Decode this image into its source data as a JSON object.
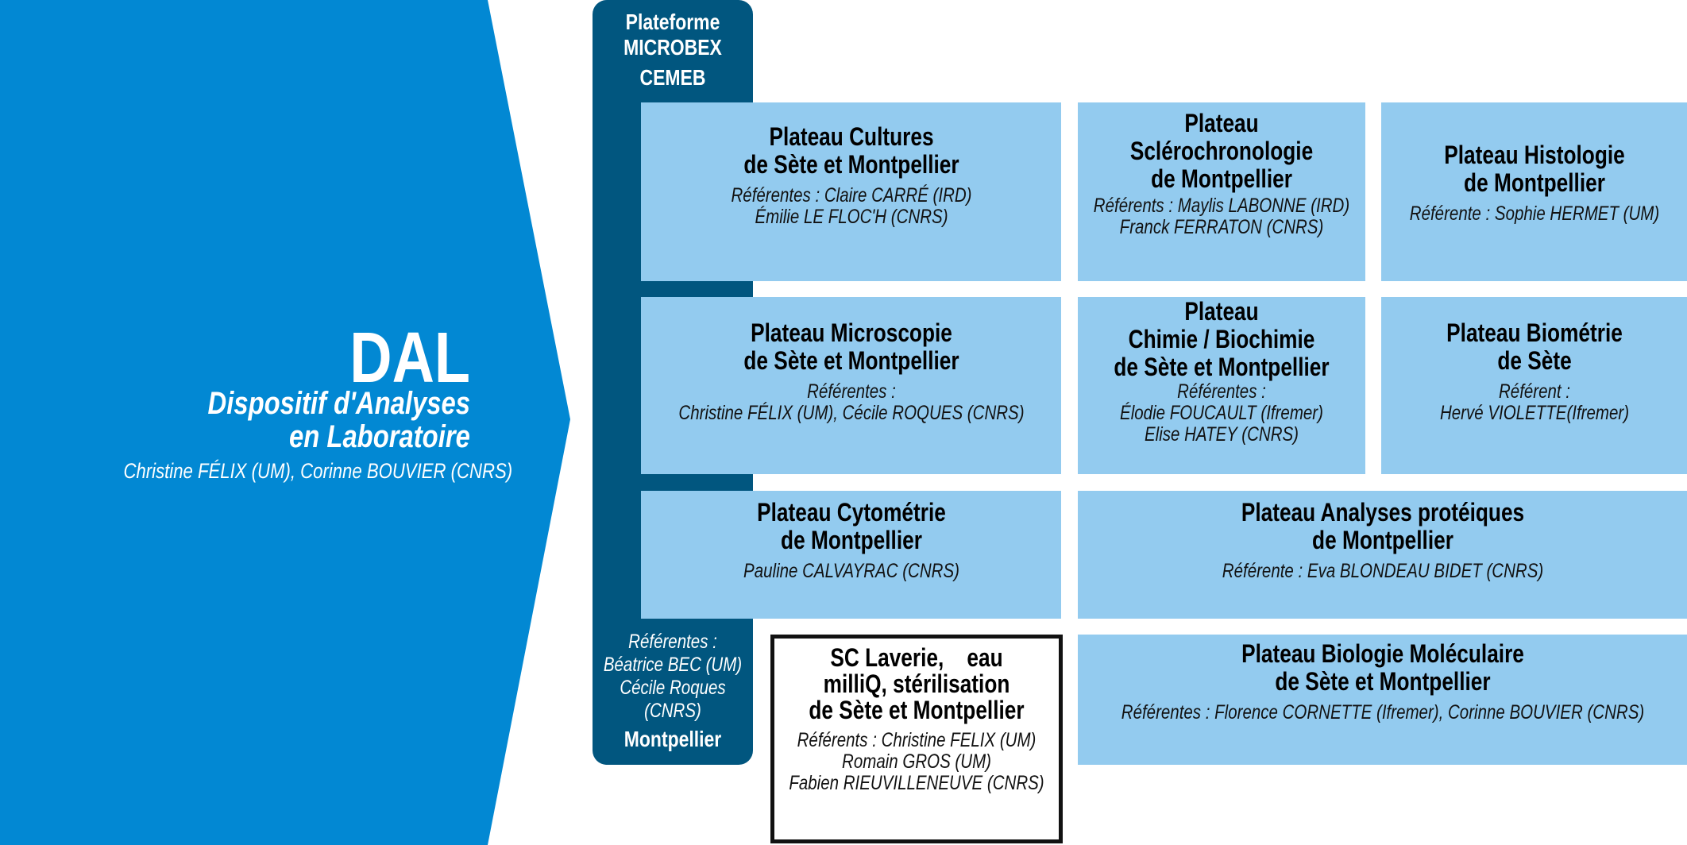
{
  "colors": {
    "dal": "#0288d3",
    "platform": "#01567f",
    "plateau": "#93cbef",
    "service_border": "#111111"
  },
  "dal": {
    "acronym": "DAL",
    "name_lines": [
      "Dispositif d'Analyses",
      "en Laboratoire"
    ],
    "leads": "Christine FÉLIX (UM), Corinne BOUVIER (CNRS)"
  },
  "platform": {
    "title_lines": [
      "Plateforme",
      "MICROBEX",
      "CEMEB"
    ],
    "ref_lines": [
      "Référentes :",
      "Béatrice BEC (UM)",
      "Cécile Roques",
      "(CNRS)"
    ],
    "site": "Montpellier"
  },
  "plateaux": [
    {
      "title_lines": [
        "Plateau Cultures",
        "de Sète et Montpellier"
      ],
      "ref_lines": [
        "Référentes : Claire CARRÉ (IRD)",
        "Émilie LE FLOC'H (CNRS)"
      ]
    },
    {
      "title_lines": [
        "Plateau",
        "Sclérochronologie",
        "de Montpellier"
      ],
      "ref_lines": [
        "Référents : Maylis LABONNE (IRD)",
        "Franck FERRATON (CNRS)"
      ]
    },
    {
      "title_lines": [
        "Plateau Histologie",
        "de Montpellier"
      ],
      "ref_lines": [
        "Référente : Sophie HERMET (UM)"
      ]
    },
    {
      "title_lines": [
        "Plateau Microscopie",
        "de Sète et Montpellier"
      ],
      "ref_lines": [
        "Référentes :",
        "Christine FÉLIX (UM), Cécile ROQUES (CNRS)"
      ]
    },
    {
      "title_lines": [
        "Plateau",
        "Chimie / Biochimie",
        "de Sète et Montpellier"
      ],
      "ref_lines": [
        "Référentes :",
        "Élodie FOUCAULT (Ifremer)",
        "Elise HATEY (CNRS)"
      ]
    },
    {
      "title_lines": [
        "Plateau Biométrie",
        "de Sète"
      ],
      "ref_lines": [
        "Référent :",
        "Hervé VIOLETTE(Ifremer)"
      ]
    },
    {
      "title_lines": [
        "Plateau Cytométrie",
        "de Montpellier"
      ],
      "ref_lines": [
        "Pauline CALVAYRAC (CNRS)"
      ]
    },
    {
      "title_lines": [
        "Plateau Analyses protéiques",
        "de Montpellier"
      ],
      "ref_lines": [
        "Référente : Eva BLONDEAU BIDET (CNRS)"
      ]
    },
    {
      "title_lines": [
        "Plateau Biologie Moléculaire",
        "de Sète et Montpellier"
      ],
      "ref_lines": [
        "Référentes : Florence CORNETTE (Ifremer), Corinne BOUVIER (CNRS)"
      ]
    }
  ],
  "service": {
    "title_lines": [
      "SC Laverie,    eau",
      "milliQ, stérilisation",
      "de Sète et Montpellier"
    ],
    "ref_lines": [
      "Référents : Christine FELIX (UM)",
      "Romain GROS (UM)",
      "Fabien RIEUVILLENEUVE (CNRS)"
    ]
  }
}
